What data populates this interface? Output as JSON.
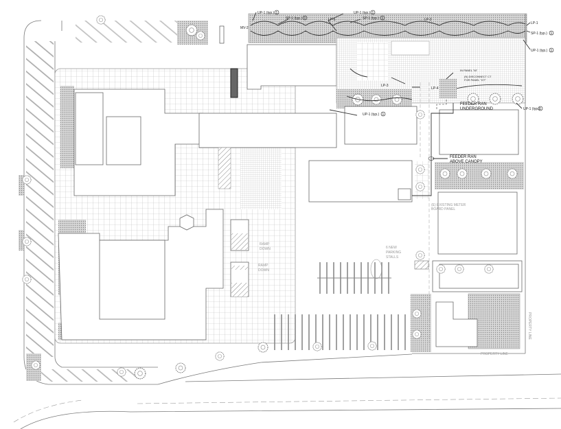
{
  "drawing": {
    "type": "electrical site plan",
    "callouts": {
      "up1_a": "UP-1 (typ.)",
      "sp1_a": "SP-1 (typ.)",
      "up1_b": "UP-1 (typ.)",
      "sp1_b": "SP-1 (typ.)",
      "lp5": "LP-5",
      "lp2": "LP-2",
      "lp1": "LP-1",
      "mv2": "MV-2",
      "sp1_c": "SP-1 (typ.)",
      "up1_c": "UP-1 (typ.)",
      "lp3": "LP-3",
      "lp4": "LP-4",
      "up1_d": "UP-1 (typ.)",
      "up1_e": "UP-1 (typ.)",
      "note_num": "1"
    },
    "notes": {
      "panel_m": "IN PANEL \"M\"",
      "disconnect_1": "(N) DISCONNECT CT",
      "disconnect_2": "FOR PANEL \"GT\"",
      "feeder_ug_1": "FEEDER RAN",
      "feeder_ug_2": "UNDERGROUND",
      "feeder_canopy_1": "FEEDER RAN",
      "feeder_canopy_2": "ABOVE CANOPY",
      "meter_1": "(E) EXISTING METER",
      "meter_2": "BOARD PANEL",
      "stalls_1": "6 NEW",
      "stalls_2": "PARKING",
      "stalls_3": "STALLS",
      "ramp1_1": "RAMP",
      "ramp1_2": "DOWN",
      "ramp2_1": "RAMP",
      "ramp2_2": "DOWN",
      "property_line_h": "PROPERTY LINE",
      "property_line_v": "PROPERTY LINE"
    }
  }
}
